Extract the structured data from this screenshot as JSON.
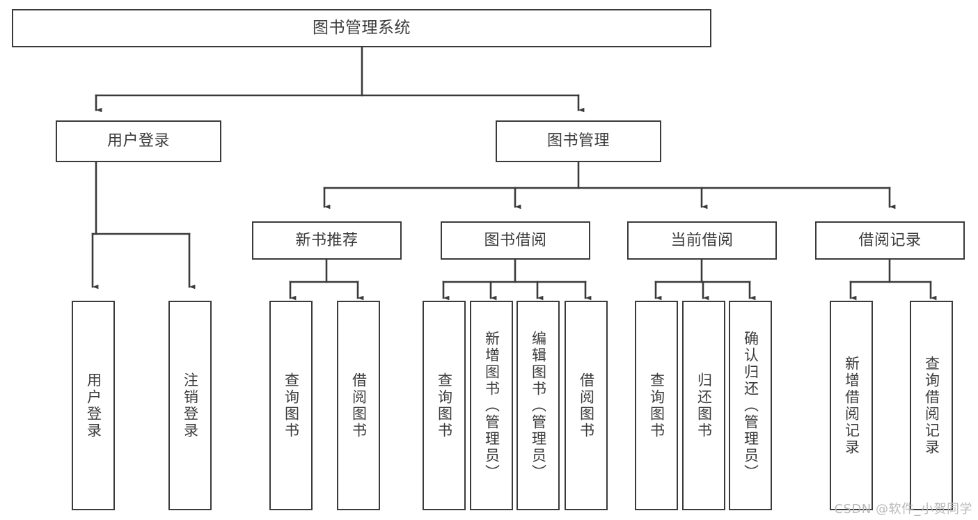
{
  "diagram": {
    "title": "图书管理系统",
    "root": {
      "id": "root",
      "label": "图书管理系统"
    },
    "level2": [
      {
        "id": "user-login",
        "label": "用户登录"
      },
      {
        "id": "book-manage",
        "label": "图书管理"
      }
    ],
    "level3": [
      {
        "id": "new-book-recommend",
        "label": "新书推荐"
      },
      {
        "id": "book-borrow",
        "label": "图书借阅"
      },
      {
        "id": "current-borrow",
        "label": "当前借阅"
      },
      {
        "id": "borrow-record",
        "label": "借阅记录"
      }
    ],
    "leaves": {
      "user_login": [
        {
          "id": "leaf-user-login",
          "label": "用户登录"
        },
        {
          "id": "leaf-logout-login",
          "label": "注销登录"
        }
      ],
      "new_book_recommend": [
        {
          "id": "leaf-query-book-1",
          "label": "查询图书"
        },
        {
          "id": "leaf-borrow-book-1",
          "label": "借阅图书"
        }
      ],
      "book_borrow": [
        {
          "id": "leaf-query-book-2",
          "label": "查询图书"
        },
        {
          "id": "leaf-add-book",
          "label": "新增图书（管理员）"
        },
        {
          "id": "leaf-edit-book",
          "label": "编辑图书（管理员）"
        },
        {
          "id": "leaf-borrow-book-2",
          "label": "借阅图书"
        }
      ],
      "current_borrow": [
        {
          "id": "leaf-query-book-3",
          "label": "查询图书"
        },
        {
          "id": "leaf-return-book",
          "label": "归还图书"
        },
        {
          "id": "leaf-confirm-return",
          "label": "确认归还（管理员）"
        }
      ],
      "borrow_record": [
        {
          "id": "leaf-add-record",
          "label": "新增借阅记录"
        },
        {
          "id": "leaf-query-record",
          "label": "查询借阅记录"
        }
      ]
    },
    "watermark": "CSDN @软件_小贺同学",
    "colors": {
      "stroke": "#3a3a3a",
      "text": "#3b3b3b",
      "background": "#ffffff",
      "watermark": "#b9b9b9"
    }
  }
}
